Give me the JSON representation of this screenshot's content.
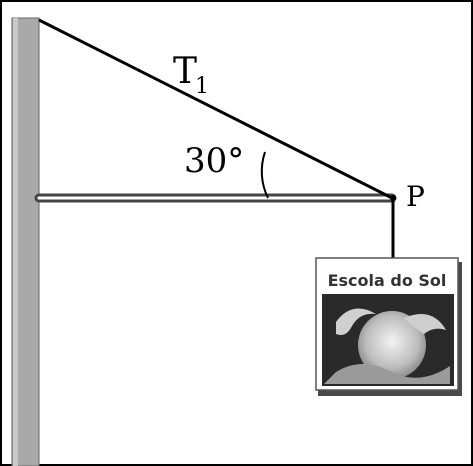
{
  "diagram": {
    "tension_label": {
      "main": "T",
      "sub": "1"
    },
    "angle_label": "30°",
    "point_label": "P",
    "sign_text": "Escola do Sol"
  }
}
